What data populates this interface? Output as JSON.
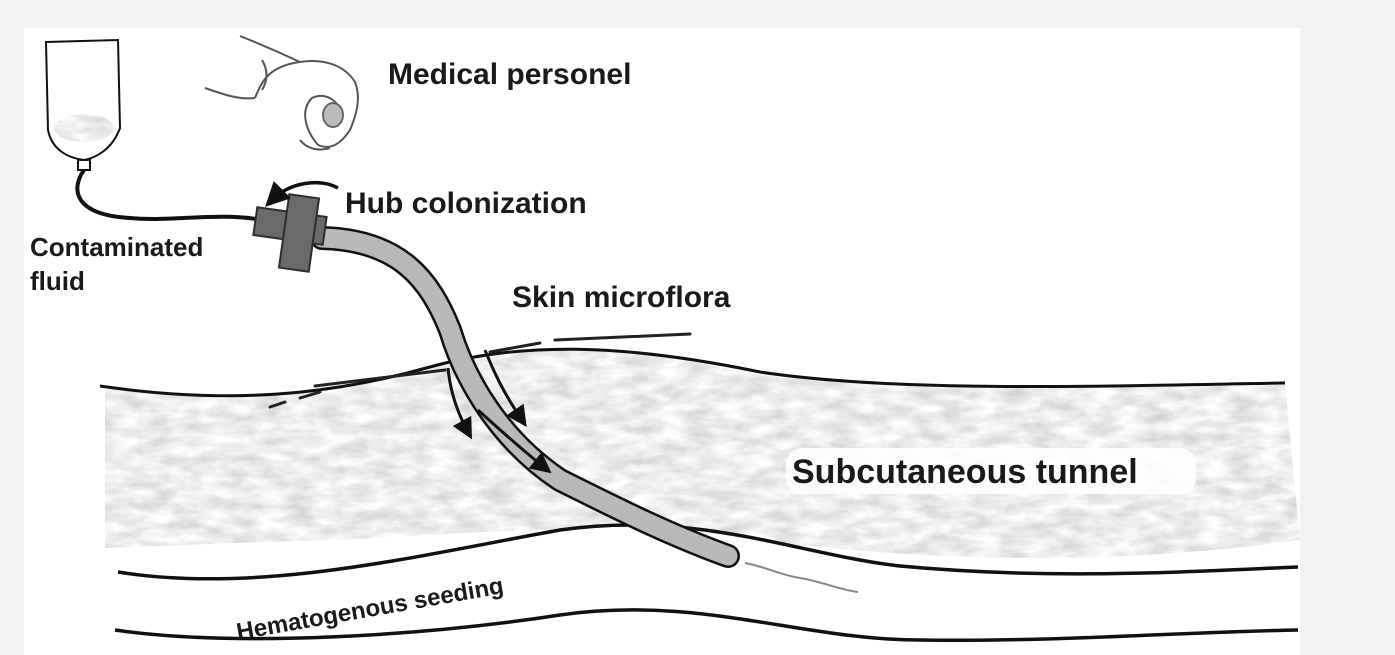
{
  "labels": {
    "medical_personnel": "Medical personel",
    "hub_colonization": "Hub colonization",
    "contaminated_line1": "Contaminated",
    "contaminated_line2": "fluid",
    "skin_microflora": "Skin microflora",
    "subcutaneous_tunnel": "Subcutaneous tunnel",
    "hematogenous_seeding": "Hematogenous seeding"
  },
  "colors": {
    "catheter": "#b9b9b9",
    "hub": "#6a6a6a",
    "tissue": "#cfcfcf",
    "ink": "#111111"
  },
  "icons": [
    "iv-bag-icon",
    "hand-icon",
    "hub-connector-icon",
    "catheter-icon"
  ]
}
